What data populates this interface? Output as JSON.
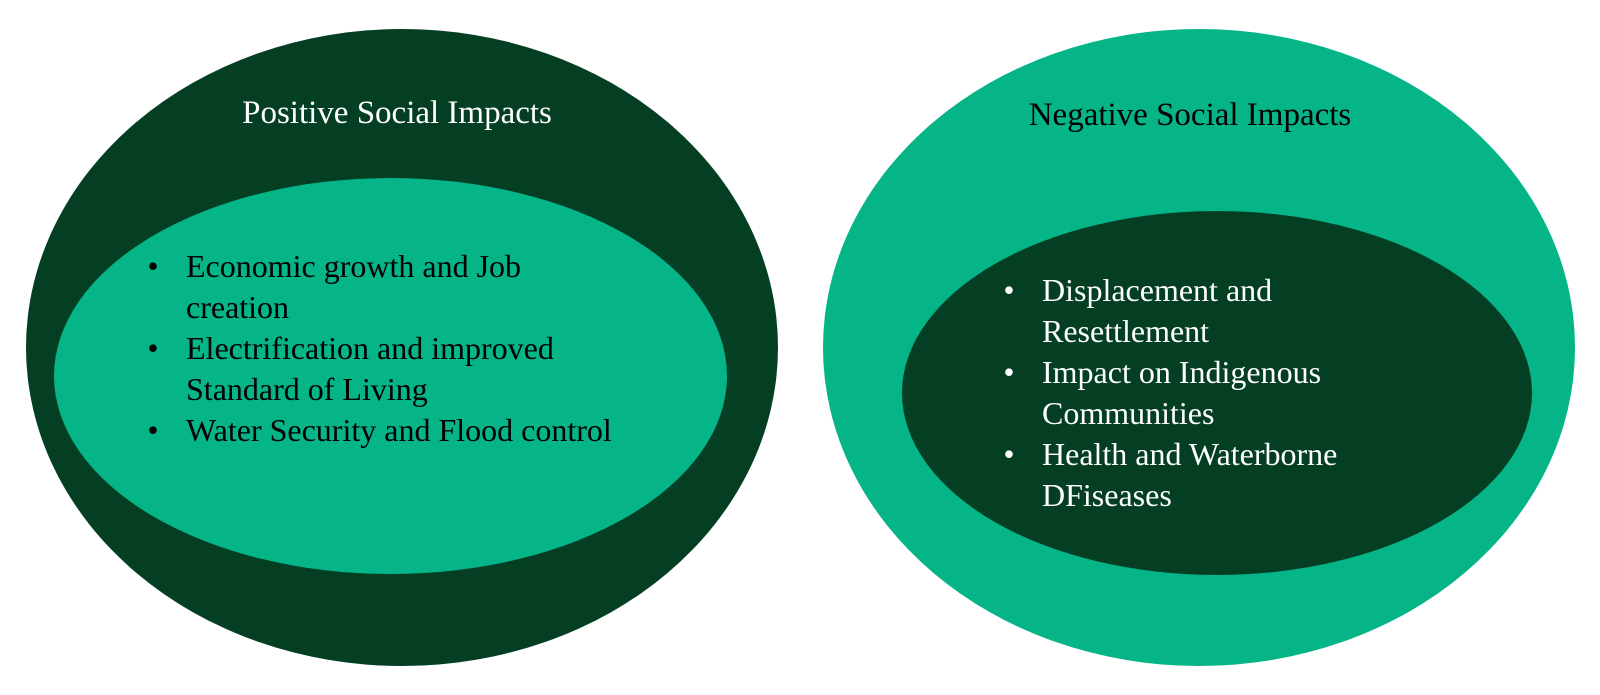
{
  "colors": {
    "dark_green": "#043f24",
    "light_green": "#05b487",
    "text_dark": "#000000",
    "text_light": "#ffffff"
  },
  "positive": {
    "title": "Positive Social Impacts",
    "items": [
      " Economic growth and Job creation",
      "Electrification and improved Standard of Living",
      "Water Security and Flood control"
    ]
  },
  "negative": {
    "title": "Negative Social Impacts",
    "items": [
      "Displacement and Resettlement",
      "Impact on Indigenous Communities",
      "Health and Waterborne DFiseases"
    ]
  }
}
